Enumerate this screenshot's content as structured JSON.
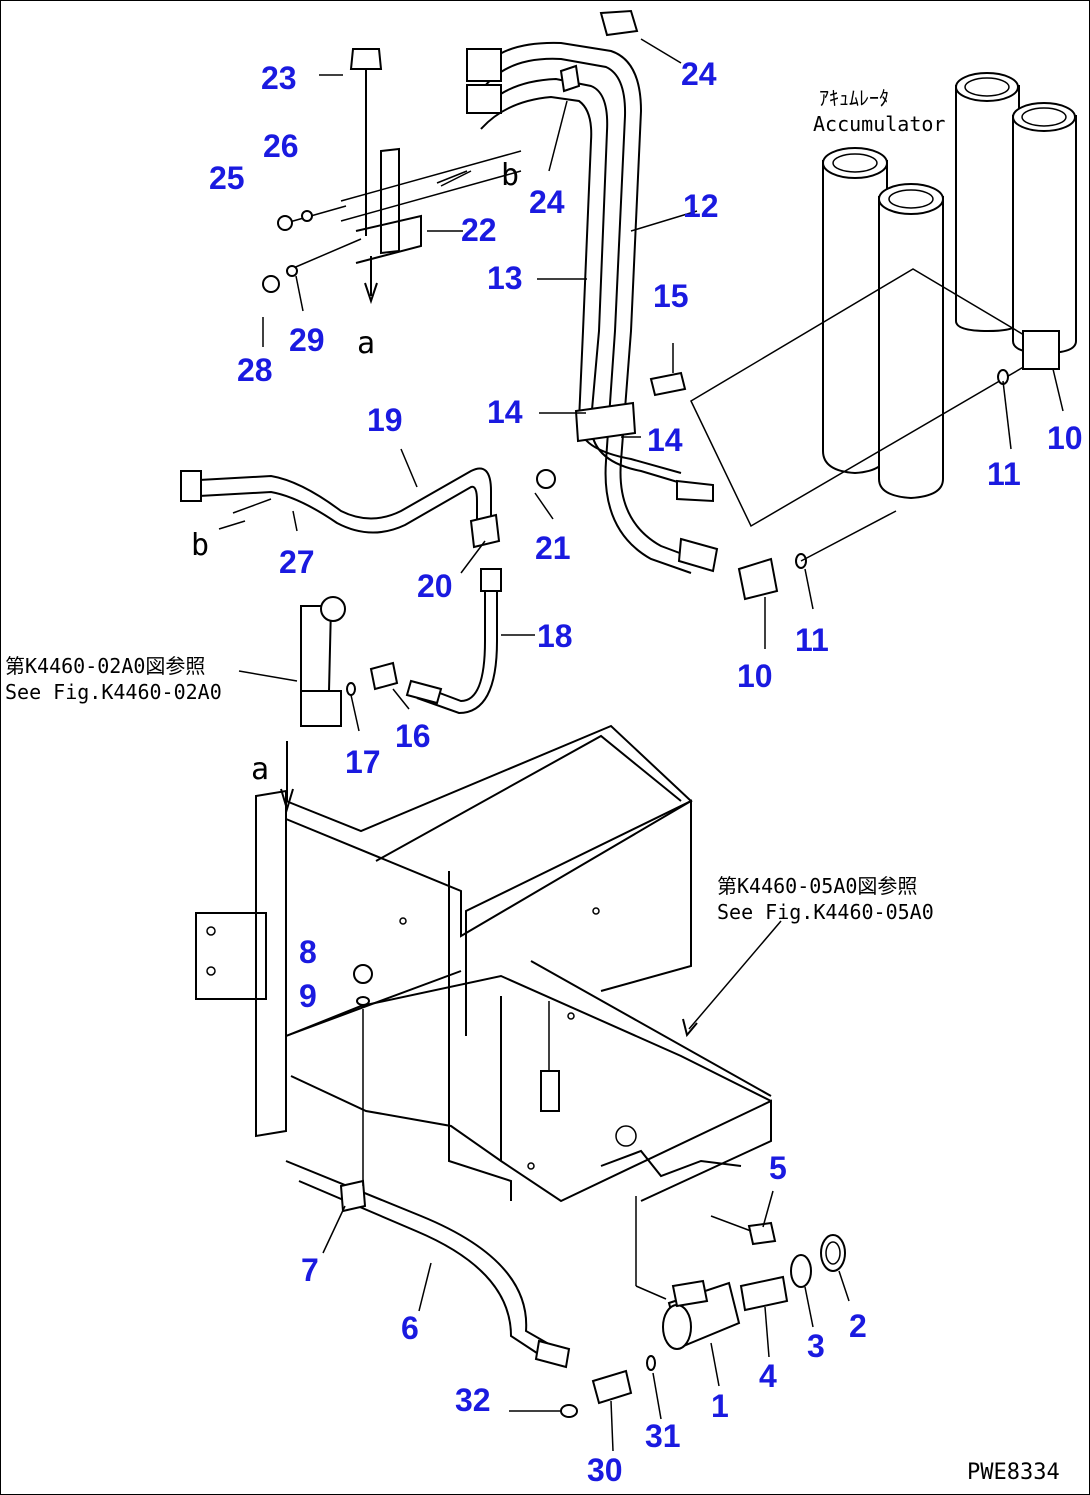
{
  "drawing_code": "PWE8334",
  "accumulator_label": {
    "jp": "ｱｷｭﾑﾚｰﾀ",
    "en": "Accumulator"
  },
  "references": [
    {
      "jp": "第K4460-02A0図参照",
      "en": "See Fig.K4460-02A0"
    },
    {
      "jp": "第K4460-05A0図参照",
      "en": "See Fig.K4460-05A0"
    }
  ],
  "view_letters": {
    "a_top": "a",
    "a_bottom": "a",
    "b_top": "b",
    "b_left": "b"
  },
  "callouts": [
    "23",
    "26",
    "25",
    "22",
    "24",
    "24",
    "12",
    "13",
    "15",
    "28",
    "29",
    "19",
    "14",
    "14",
    "10",
    "11",
    "21",
    "27",
    "20",
    "18",
    "11",
    "10",
    "16",
    "17",
    "8",
    "9",
    "5",
    "2",
    "7",
    "6",
    "3",
    "4",
    "1",
    "32",
    "31",
    "30"
  ],
  "accent_color": "#1a1ae0"
}
